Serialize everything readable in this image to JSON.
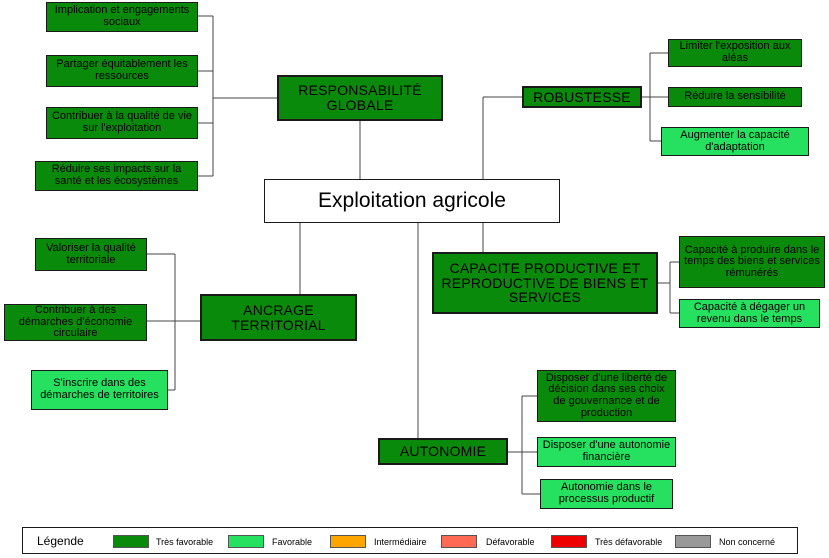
{
  "diagram": {
    "root": "Exploitation agricole",
    "categories": {
      "responsabilite": "RESPONSABILITÉ GLOBALE",
      "robustesse": "ROBUSTESSE",
      "capacite": "CAPACITE PRODUCTIVE ET REPRODUCTIVE DE BIENS ET SERVICES",
      "ancrage": "ANCRAGE TERRITORIAL",
      "autonomie": "AUTONOMIE"
    },
    "leaves": {
      "implication": "Implication et engagements sociaux",
      "partager": "Partager équitablement les ressources",
      "contribuer_qualite": "Contribuer à la qualité de vie sur l'exploitation",
      "reduire_impacts": "Réduire ses impacts sur la santé et les écosystèmes",
      "limiter": "Limiter l'exposition aux aléas",
      "reduire_sensibilite": "Réduire la sensibilité",
      "augmenter": "Augmenter la capacité d'adaptation",
      "capacite_produire": "Capacité à produire dans le temps des biens et services rémunérés",
      "capacite_degager": "Capacité à dégager un revenu dans le temps",
      "valoriser": "Valoriser la qualité territoriale",
      "contribuer_demarches": "Contribuer à des démarches d'économie circulaire",
      "inscrire": "S'inscrire dans des démarches de territoires",
      "liberte": "Disposer d'une liberté de décision dans ses choix de gouvernance et de production",
      "autonomie_financiere": "Disposer d'une autonomie financière",
      "autonomie_processus": "Autonomie dans le processus productif"
    }
  },
  "legend": {
    "title": "Légende",
    "items": [
      {
        "label": "Très favorable",
        "color": "#0a8a0a"
      },
      {
        "label": "Favorable",
        "color": "#26e060"
      },
      {
        "label": "Intermédiaire",
        "color": "#ffa500"
      },
      {
        "label": "Défavorable",
        "color": "#ff6a55"
      },
      {
        "label": "Très défavorable",
        "color": "#ee0000"
      },
      {
        "label": "Non concerné",
        "color": "#999999"
      }
    ]
  }
}
